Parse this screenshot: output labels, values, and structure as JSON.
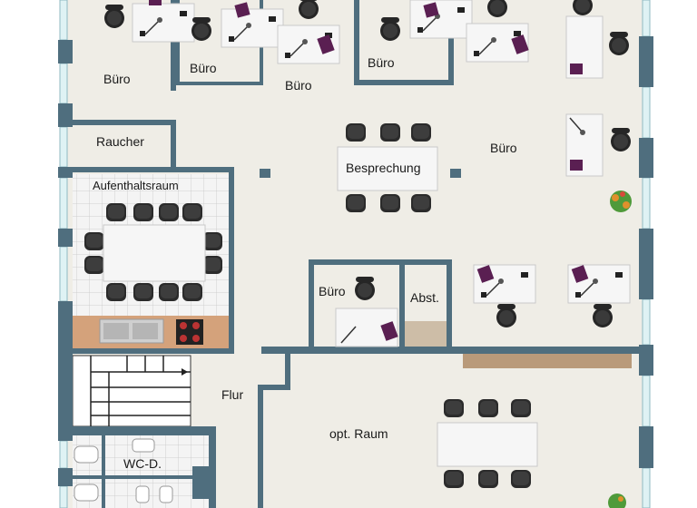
{
  "rooms": {
    "office_top_left": "Büro",
    "office_top_2": "Büro",
    "office_top_3": "Büro",
    "office_top_4": "Büro",
    "office_right": "Büro",
    "smoking": "Raucher",
    "meeting": "Besprechung",
    "break_room": "Aufenthaltsraum",
    "office_small": "Büro",
    "storage": "Abst.",
    "hallway": "Flur",
    "optional_room": "opt. Raum",
    "wc": "WC-D."
  },
  "colors": {
    "wall": "#4f6e7e",
    "floor": "#efede6",
    "window": "#dff2f4",
    "tile": "#f3f3f3",
    "kitchen": "#d4a27b",
    "desk": "#f4f4f4",
    "chair": "#2c2c2c",
    "folder": "#5a1f52"
  }
}
